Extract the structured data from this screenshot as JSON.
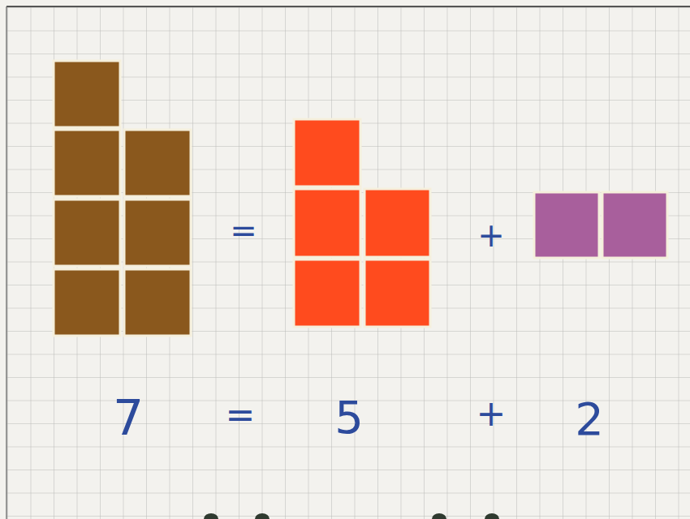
{
  "diagram": {
    "labels": [
      "=",
      "+",
      "7",
      "=",
      "5",
      "+",
      "2"
    ]
  }
}
